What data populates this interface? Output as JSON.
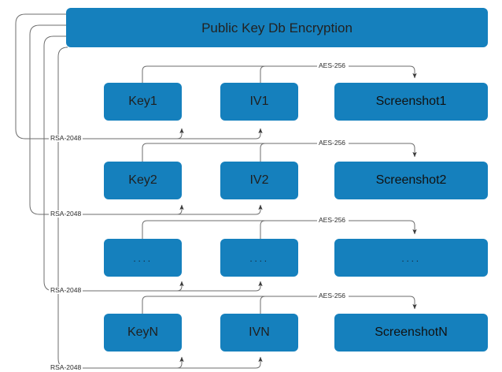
{
  "diagram": {
    "title": "Public Key Db Encryption",
    "colors": {
      "node_fill": "#1580BD",
      "wire": "#6e6e6e",
      "background": "#ffffff",
      "label_text": "#2b2b2b"
    },
    "header": {
      "label": "Public Key Db Encryption"
    },
    "rows": [
      {
        "key": "Key1",
        "iv": "IV1",
        "screenshot": "Screenshot1",
        "aes_label": "AES-256",
        "rsa_label": "RSA-2048"
      },
      {
        "key": "Key2",
        "iv": "IV2",
        "screenshot": "Screenshot2",
        "aes_label": "AES-256",
        "rsa_label": "RSA-2048"
      },
      {
        "key": "....",
        "iv": "....",
        "screenshot": "....",
        "aes_label": "AES-256",
        "rsa_label": "RSA-2048"
      },
      {
        "key": "KeyN",
        "iv": "IVN",
        "screenshot": "ScreenshotN",
        "aes_label": "AES-256",
        "rsa_label": "RSA-2048"
      }
    ]
  }
}
